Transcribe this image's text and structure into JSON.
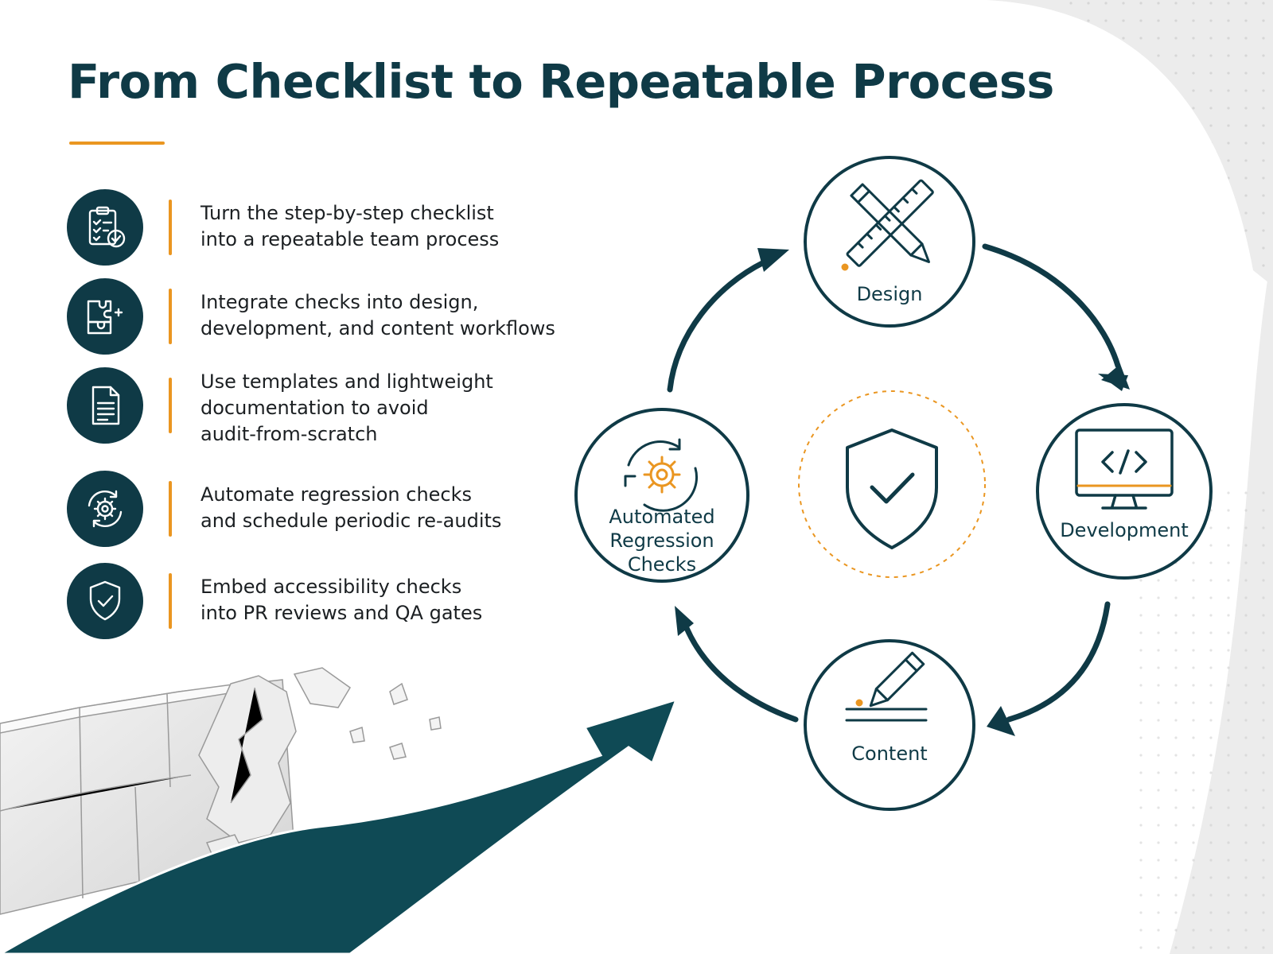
{
  "title": "From Checklist to Repeatable Process",
  "colors": {
    "primary": "#0f3a46",
    "accent": "#ea9621",
    "text": "#1b1f22",
    "background": "#ffffff"
  },
  "steps": [
    {
      "icon": "clipboard-check-icon",
      "lines": [
        "Turn the step-by-step checklist",
        "into a repeatable team process"
      ]
    },
    {
      "icon": "puzzle-icon",
      "lines": [
        "Integrate checks into design,",
        "development, and content workflows"
      ]
    },
    {
      "icon": "document-icon",
      "lines": [
        "Use templates and lightweight",
        "documentation to avoid",
        "audit-from-scratch"
      ]
    },
    {
      "icon": "gear-cycle-icon",
      "lines": [
        "Automate regression checks",
        "and schedule periodic re-audits"
      ]
    },
    {
      "icon": "shield-check-icon",
      "lines": [
        "Embed accessibility checks",
        "into PR reviews and QA gates"
      ]
    }
  ],
  "cycle": {
    "design": {
      "label": "Design",
      "icon": "pencil-ruler-icon"
    },
    "development": {
      "label": "Development",
      "icon": "monitor-code-icon"
    },
    "content": {
      "label": "Content",
      "icon": "pencil-writing-icon"
    },
    "automated": {
      "label_lines": [
        "Automated",
        "Regression",
        "Checks"
      ],
      "icon": "gear-cycle-icon"
    },
    "center": {
      "icon": "shield-check-icon"
    }
  }
}
